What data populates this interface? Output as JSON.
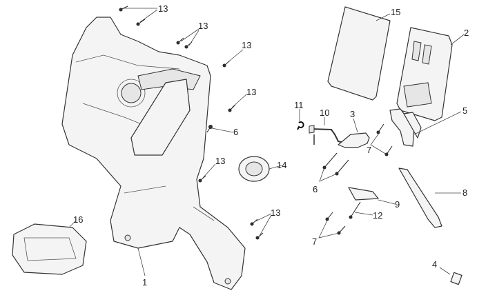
{
  "diagram": {
    "type": "exploded parts diagram",
    "callouts": [
      {
        "id": "c13a",
        "label": "13"
      },
      {
        "id": "c13b",
        "label": "13"
      },
      {
        "id": "c13c",
        "label": "13"
      },
      {
        "id": "c13d",
        "label": "13"
      },
      {
        "id": "c6a",
        "label": "6"
      },
      {
        "id": "c13e",
        "label": "13"
      },
      {
        "id": "c14",
        "label": "14"
      },
      {
        "id": "c13f",
        "label": "13"
      },
      {
        "id": "c16",
        "label": "16"
      },
      {
        "id": "c1",
        "label": "1"
      },
      {
        "id": "c15",
        "label": "15"
      },
      {
        "id": "c2",
        "label": "2"
      },
      {
        "id": "c11",
        "label": "11"
      },
      {
        "id": "c10",
        "label": "10"
      },
      {
        "id": "c3",
        "label": "3"
      },
      {
        "id": "c5",
        "label": "5"
      },
      {
        "id": "c7a",
        "label": "7"
      },
      {
        "id": "c6b",
        "label": "6"
      },
      {
        "id": "c8",
        "label": "8"
      },
      {
        "id": "c9",
        "label": "9"
      },
      {
        "id": "c12",
        "label": "12"
      },
      {
        "id": "c7b",
        "label": "7"
      },
      {
        "id": "c4",
        "label": "4"
      }
    ]
  }
}
